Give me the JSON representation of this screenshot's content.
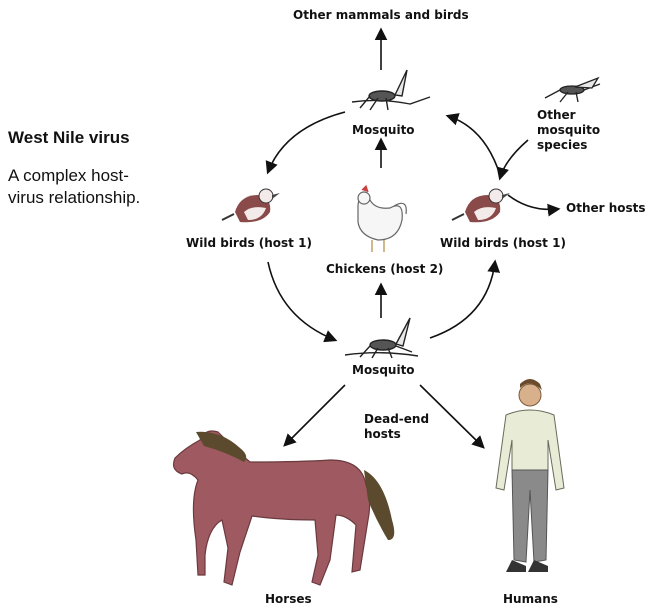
{
  "title": "West Nile virus",
  "subtitle": "A complex host-virus relationship.",
  "labels": {
    "top": "Other mammals and birds",
    "mosquito_top": "Mosquito",
    "other_mosquito": "Other mosquito species",
    "wild_birds_left": "Wild birds (host 1)",
    "wild_birds_right": "Wild birds (host 1)",
    "chickens": "Chickens (host 2)",
    "other_hosts": "Other hosts",
    "mosquito_bottom": "Mosquito",
    "dead_end": "Dead-end hosts",
    "horses": "Horses",
    "humans": "Humans"
  },
  "colors": {
    "arrow": "#111111",
    "bird_body": "#8a4a4a",
    "bird_light": "#f3eaea",
    "horse": "#9e5a60",
    "horse_mane": "#5b4a2e",
    "human_shirt": "#e8ecd6",
    "human_pants": "#8a8a8a",
    "skin": "#d9b08c"
  }
}
